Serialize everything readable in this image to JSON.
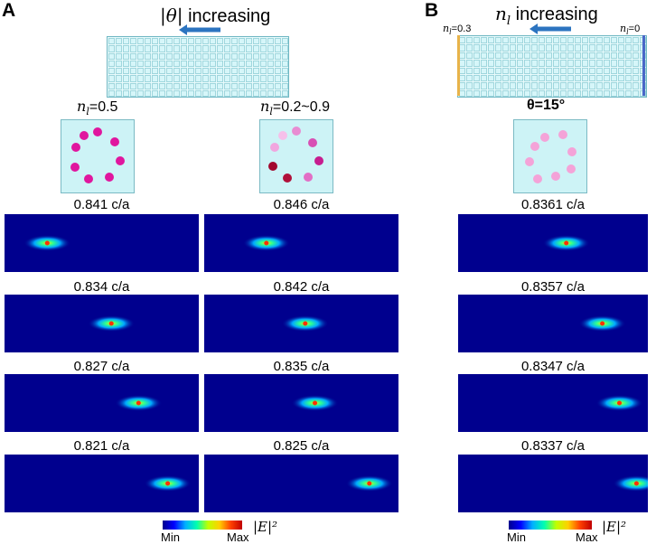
{
  "panelA": {
    "label": "A",
    "title_prefix": "|θ|",
    "title_suffix": "increasing",
    "col1_label_value": "=0.5",
    "col2_label_value": "=0.2~0.9",
    "col1_freqs": [
      "0.841 c/a",
      "0.834 c/a",
      "0.827 c/a",
      "0.821 c/a"
    ],
    "col2_freqs": [
      "0.846 c/a",
      "0.842 c/a",
      "0.835 c/a",
      "0.825 c/a"
    ],
    "col1_hotspots": [
      0.22,
      0.55,
      0.69,
      0.84
    ],
    "col2_hotspots": [
      0.32,
      0.52,
      0.57,
      0.85
    ]
  },
  "panelB": {
    "label": "B",
    "title_suffix": "increasing",
    "left_edge_value": "=0.3",
    "right_edge_value": "=0",
    "theta_label": "θ=15°",
    "freqs": [
      "0.8361 c/a",
      "0.8357 c/a",
      "0.8347 c/a",
      "0.8337 c/a"
    ],
    "hotspots": [
      0.57,
      0.76,
      0.85,
      0.94
    ]
  },
  "colorbar": {
    "min": "Min",
    "max": "Max",
    "quantity": "|E|²"
  },
  "colors": {
    "background_cell": "#d6f6f9",
    "field_bg": "#00008e",
    "arrow": "#2c74c0"
  }
}
